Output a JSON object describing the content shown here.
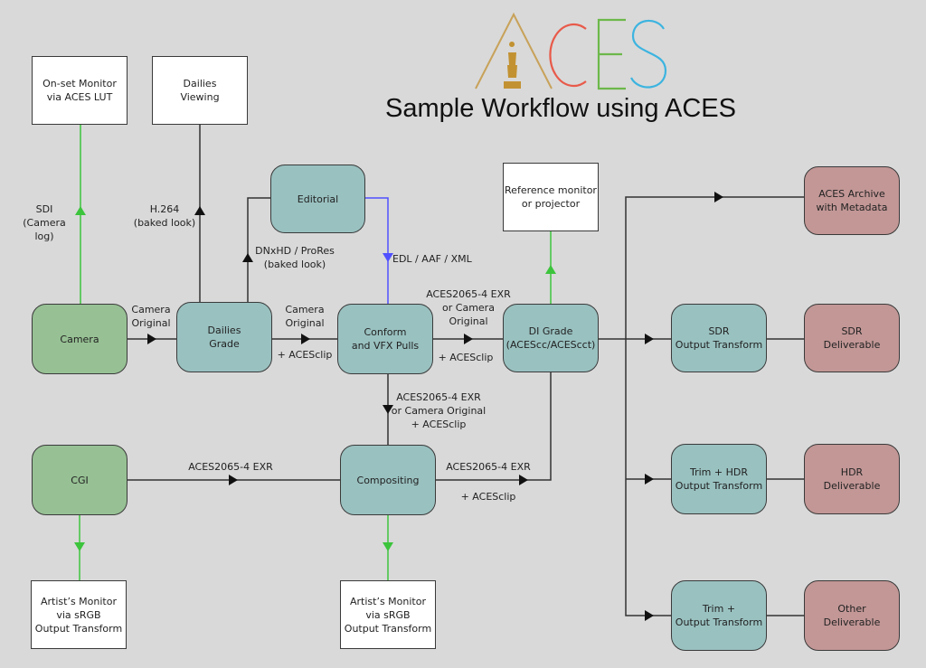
{
  "header": {
    "logo_text": "ACES",
    "title": "Sample Workflow using ACES"
  },
  "colors": {
    "source_node": "#97c194",
    "process_node": "#99c1c0",
    "deliverable_node": "#c29796",
    "display_node": "#ffffff",
    "monitor_link": "#3cc43c",
    "editorial_link": "#5050ff",
    "data_link": "#333333"
  },
  "nodes": {
    "onset_monitor": "On-set Monitor\nvia ACES LUT",
    "dailies_viewing": "Dailies\nViewing",
    "editorial": "Editorial",
    "reference_monitor": "Reference monitor\nor projector",
    "aces_archive": "ACES Archive\nwith Metadata",
    "camera": "Camera",
    "dailies_grade": "Dailies\nGrade",
    "conform": "Conform\nand VFX Pulls",
    "di_grade": "DI Grade\n(ACEScc/ACEScct)",
    "sdr_output": "SDR\nOutput Transform",
    "sdr_deliverable": "SDR\nDeliverable",
    "cgi": "CGI",
    "compositing": "Compositing",
    "hdr_output": "Trim + HDR\nOutput Transform",
    "hdr_deliverable": "HDR\nDeliverable",
    "trim_output": "Trim +\nOutput Transform",
    "other_deliverable": "Other\nDeliverable",
    "artist_monitor_cgi": "Artist’s Monitor\nvia sRGB\nOutput Transform",
    "artist_monitor_comp": "Artist’s Monitor\nvia sRGB\nOutput Transform"
  },
  "edge_labels": {
    "sdi": "SDI\n(Camera log)",
    "h264": "H.264\n(baked look)",
    "dnxhd": "DNxHD / ProRes\n(baked look)",
    "edl": "EDL / AAF / XML",
    "camera_to_dailies": "Camera\nOriginal",
    "dailies_to_conform_top": "Camera\nOriginal",
    "dailies_to_conform_bottom": "+ ACESclip",
    "conform_to_di_top": "ACES2065-4 EXR\nor Camera\nOriginal",
    "conform_to_di_bottom": "+ ACESclip",
    "conform_to_comp": "ACES2065-4 EXR\nor Camera Original\n+ ACESclip",
    "cgi_to_comp": "ACES2065-4 EXR",
    "comp_to_di_top": "ACES2065-4 EXR",
    "comp_to_di_bottom": "+ ACESclip"
  }
}
